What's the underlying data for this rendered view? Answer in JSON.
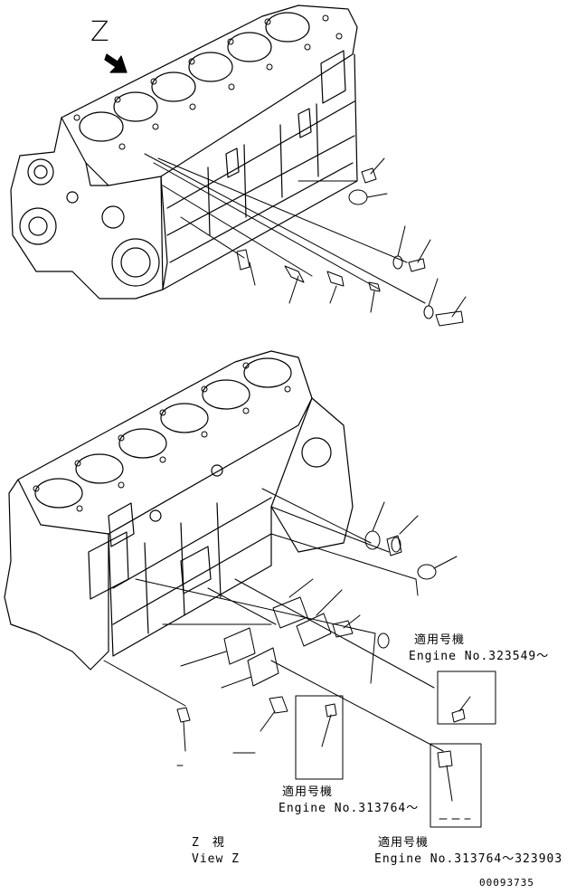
{
  "view_marker": "Z",
  "notes": [
    {
      "jp": "適用号機",
      "en": "Engine No.323549〜"
    },
    {
      "jp": "適用号機",
      "en": "Engine No.313764〜"
    },
    {
      "jp": "適用号機",
      "en": "Engine No.313764〜323903"
    }
  ],
  "view_caption": {
    "jp": "Z　視",
    "en": "View Z"
  },
  "drawing_number": "00093735"
}
